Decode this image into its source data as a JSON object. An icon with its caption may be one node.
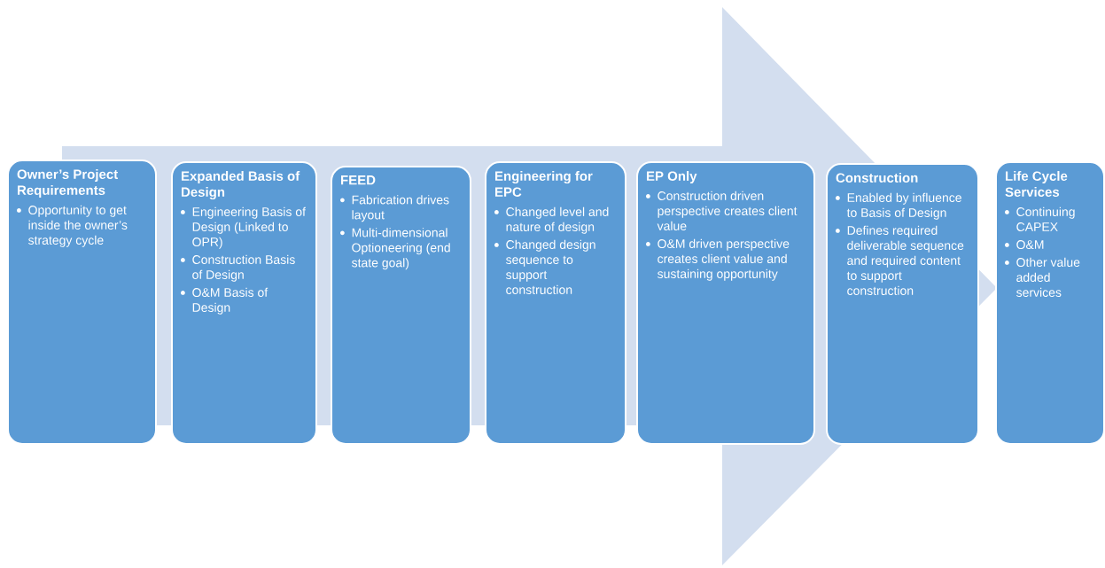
{
  "diagram": {
    "nodes": [
      {
        "text": [
          "Owner’s Project Requirements",
          "Opportunity to get inside the owner’s strategy cycle"
        ]
      },
      {
        "text": [
          "Expanded Basis of Design",
          "Engineering Basis of Design (Linked to OPR)",
          "Construction Basis of Design",
          "O&M Basis of Design"
        ]
      },
      {
        "text": [
          "FEED",
          "Fabrication drives layout",
          "Multi-dimensional Optioneering (end state goal)"
        ]
      },
      {
        "text": [
          "Engineering for EPC",
          "Changed level and nature of design",
          "Changed design sequence to support construction"
        ]
      },
      {
        "text": [
          "EP Only",
          "Construction driven perspective creates client value",
          "O&M driven perspective creates client value and sustaining opportunity"
        ]
      },
      {
        "text": [
          "Construction",
          "Enabled by influence to Basis of Design",
          "Defines required deliverable sequence and required content to support construction"
        ]
      },
      {
        "text": [
          "Life Cycle Services",
          "Continuing CAPEX",
          "O&M",
          "Other value added services"
        ]
      }
    ],
    "edges": [
      {
        "from": 0,
        "to": 6,
        "arrow": "to"
      }
    ]
  }
}
